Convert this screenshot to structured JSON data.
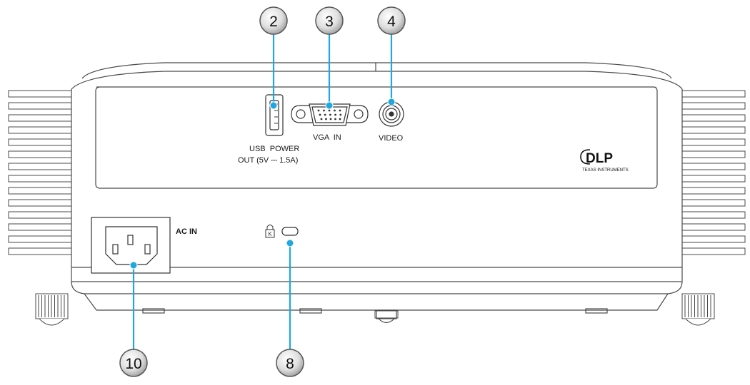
{
  "callouts": [
    {
      "number": "2"
    },
    {
      "number": "3"
    },
    {
      "number": "4"
    },
    {
      "number": "10"
    },
    {
      "number": "8"
    }
  ],
  "labels": {
    "usb_line1": "USB  POWER",
    "usb_line2": "OUT (5V ⎓ 1.5A)",
    "vga": "VGA  IN",
    "video": "VIDEO",
    "ac_in": "AC IN"
  },
  "logo": {
    "brand": "DLP",
    "maker": "TEXAS INSTRUMENTS"
  },
  "colors": {
    "leader": "#1fa8e0",
    "outline": "#4a4a4a",
    "callout_fill": "#e6e6e6"
  }
}
